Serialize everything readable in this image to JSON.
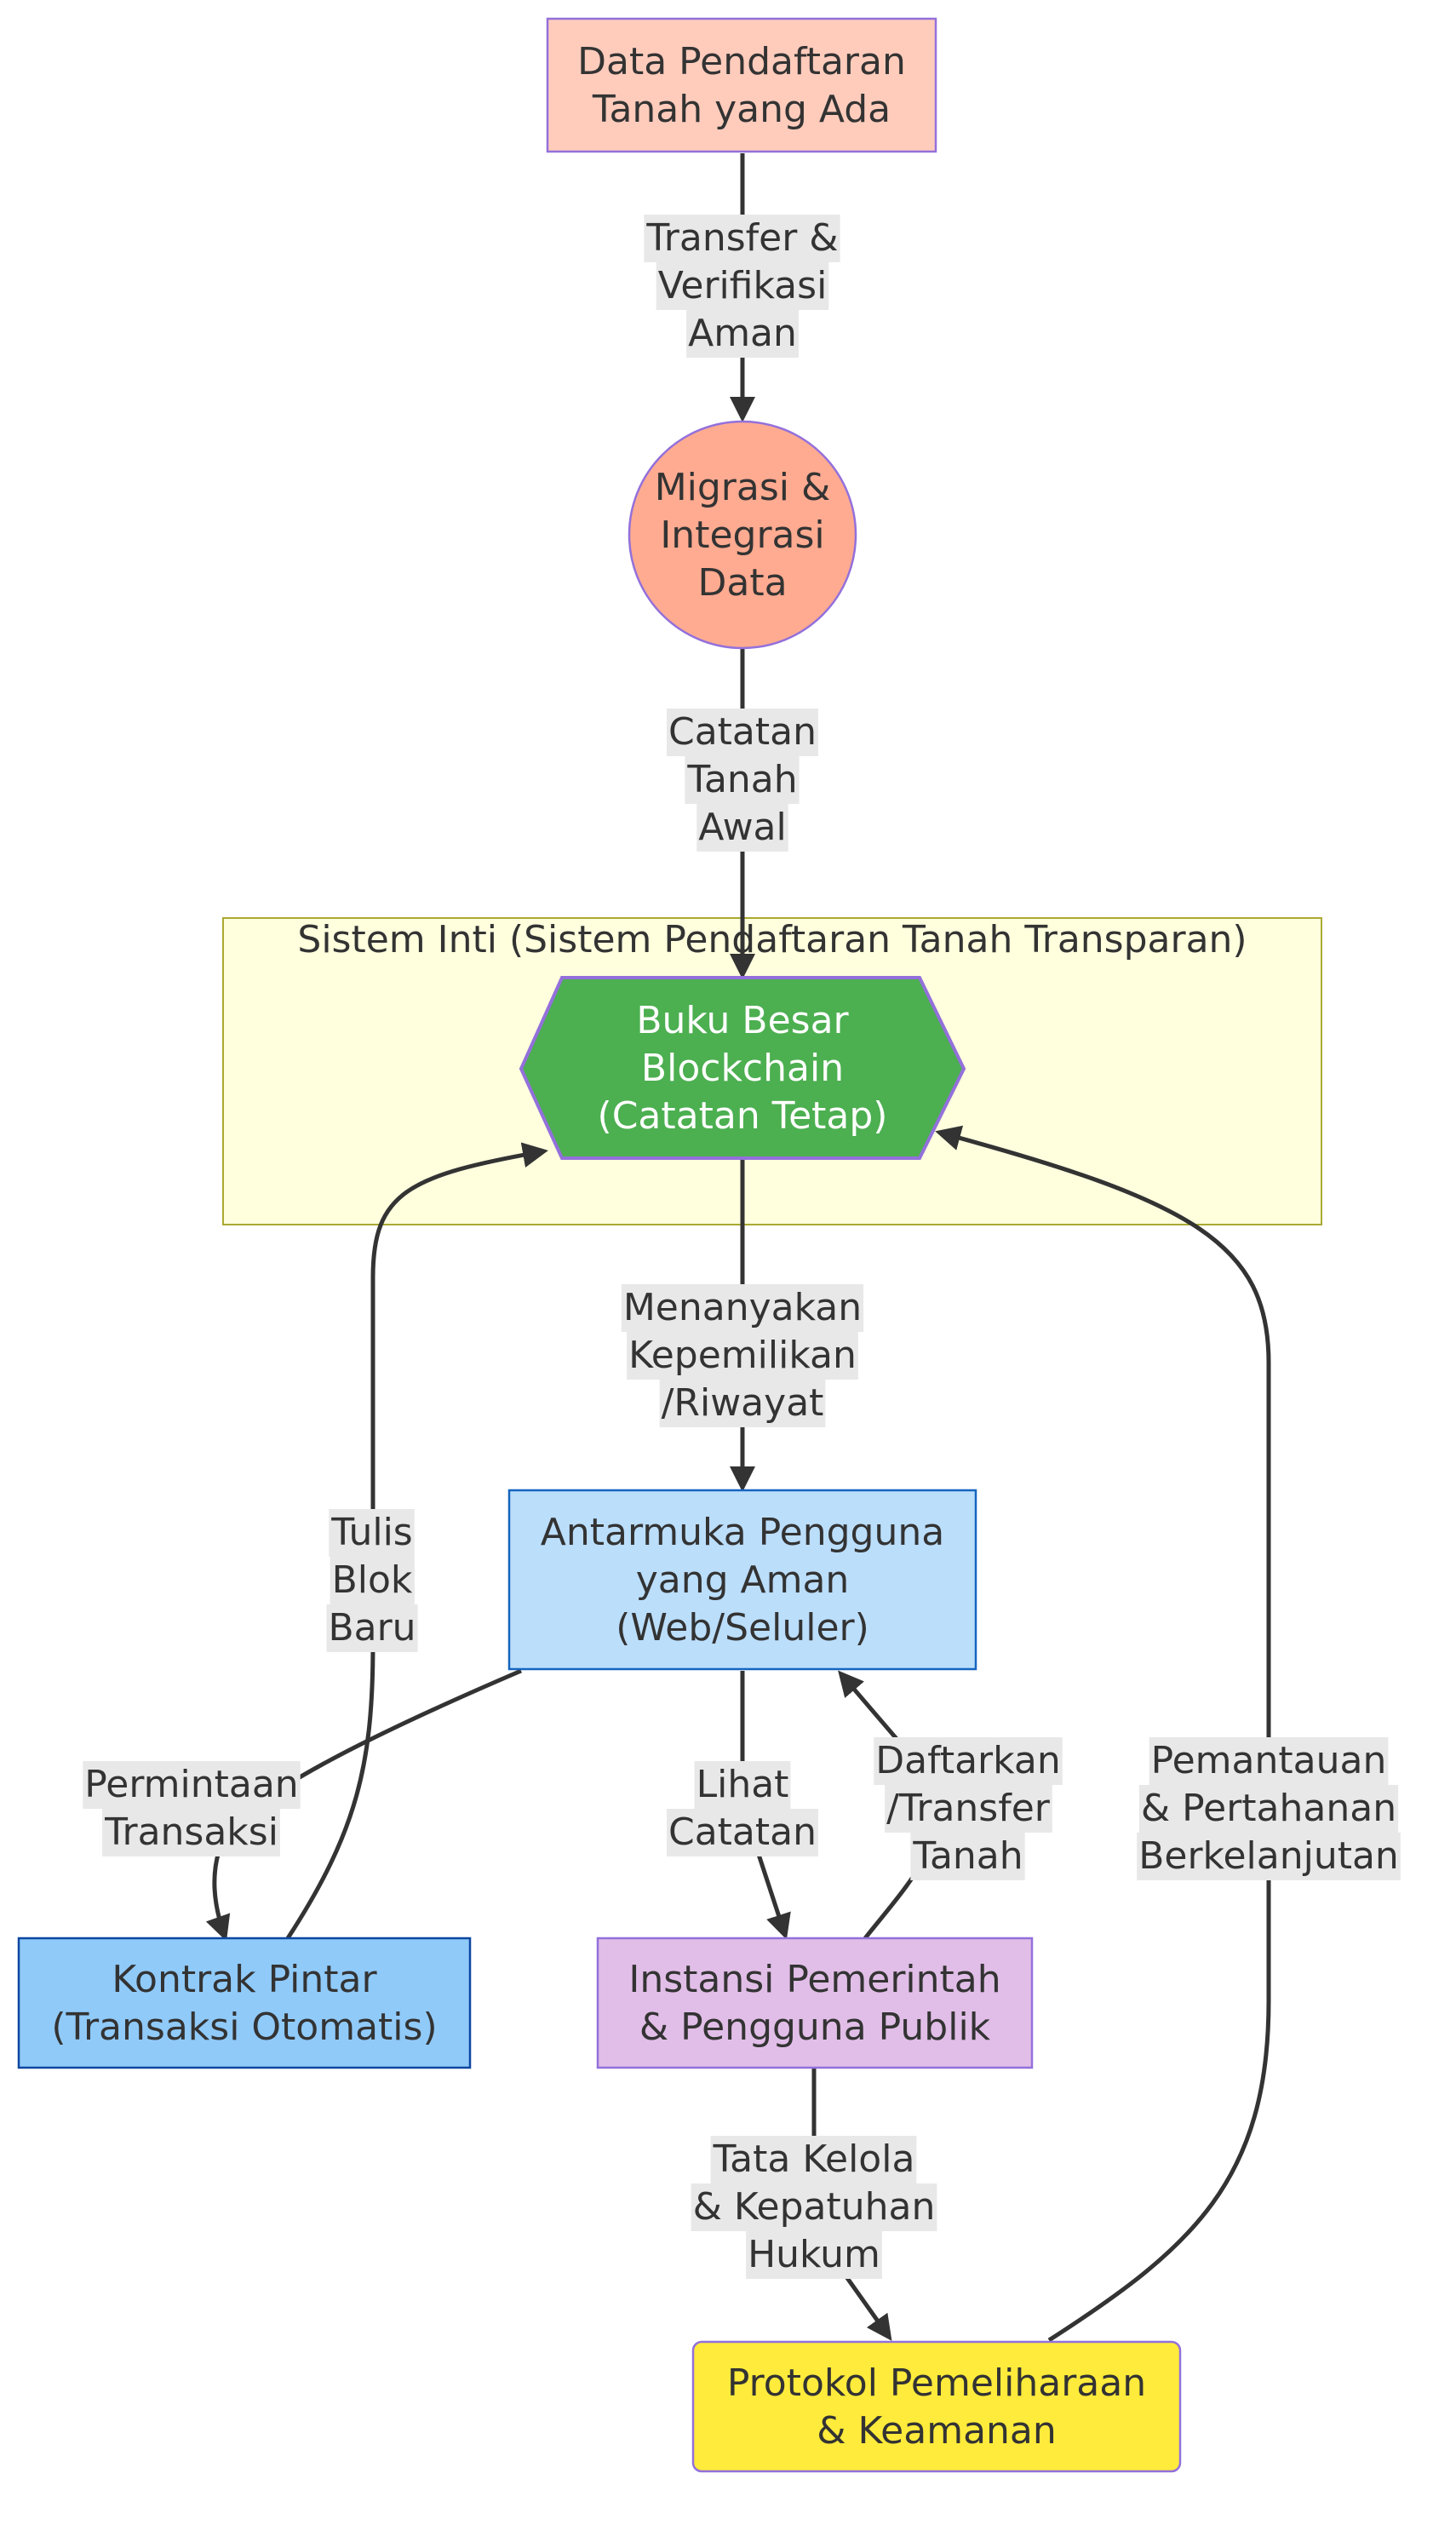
{
  "colors": {
    "edge": "#333333",
    "label_bg": "#e8e8e8",
    "text": "#333333",
    "text_light": "#ffffff"
  },
  "cluster": {
    "label": "Sistem Inti (Sistem Pendaftaran Tanah Transparan)",
    "fill": "#ffffde",
    "stroke": "#aaaa33"
  },
  "nodes": {
    "existing": {
      "lines": [
        "Data Pendaftaran",
        "Tanah yang Ada"
      ],
      "fill": "#ffccbc",
      "stroke": "#9370db"
    },
    "migration": {
      "lines": [
        "Migrasi &",
        "Integrasi",
        "Data"
      ],
      "fill": "#ffab91",
      "stroke": "#9370db"
    },
    "ledger": {
      "lines": [
        "Buku Besar",
        "Blockchain",
        "(Catatan Tetap)"
      ],
      "fill": "#4caf50",
      "stroke": "#9370db"
    },
    "ui": {
      "lines": [
        "Antarmuka Pengguna",
        "yang Aman",
        "(Web/Seluler)"
      ],
      "fill": "#bbdefb",
      "stroke": "#1565c0"
    },
    "smart": {
      "lines": [
        "Kontrak Pintar",
        "(Transaksi Otomatis)"
      ],
      "fill": "#90caf9",
      "stroke": "#0d47a1"
    },
    "gov": {
      "lines": [
        "Instansi Pemerintah",
        "& Pengguna Publik"
      ],
      "fill": "#e1bee7",
      "stroke": "#9370db"
    },
    "maint": {
      "lines": [
        "Protokol Pemeliharaan",
        "& Keamanan"
      ],
      "fill": "#ffeb3b",
      "stroke": "#9370db"
    }
  },
  "edges": {
    "e1": [
      "Transfer &",
      "Verifikasi",
      "Aman"
    ],
    "e2": [
      "Catatan",
      "Tanah",
      "Awal"
    ],
    "e3": [
      "Menanyakan",
      "Kepemilikan",
      "/Riwayat"
    ],
    "e4": [
      "Permintaan",
      "Transaksi"
    ],
    "e5": [
      "Tulis",
      "Blok",
      "Baru"
    ],
    "e6": [
      "Lihat",
      "Catatan"
    ],
    "e7": [
      "Daftarkan",
      "/Transfer",
      "Tanah"
    ],
    "e8": [
      "Tata Kelola",
      "& Kepatuhan",
      "Hukum"
    ],
    "e9": [
      "Pemantauan",
      "& Pertahanan",
      "Berkelanjutan"
    ]
  }
}
